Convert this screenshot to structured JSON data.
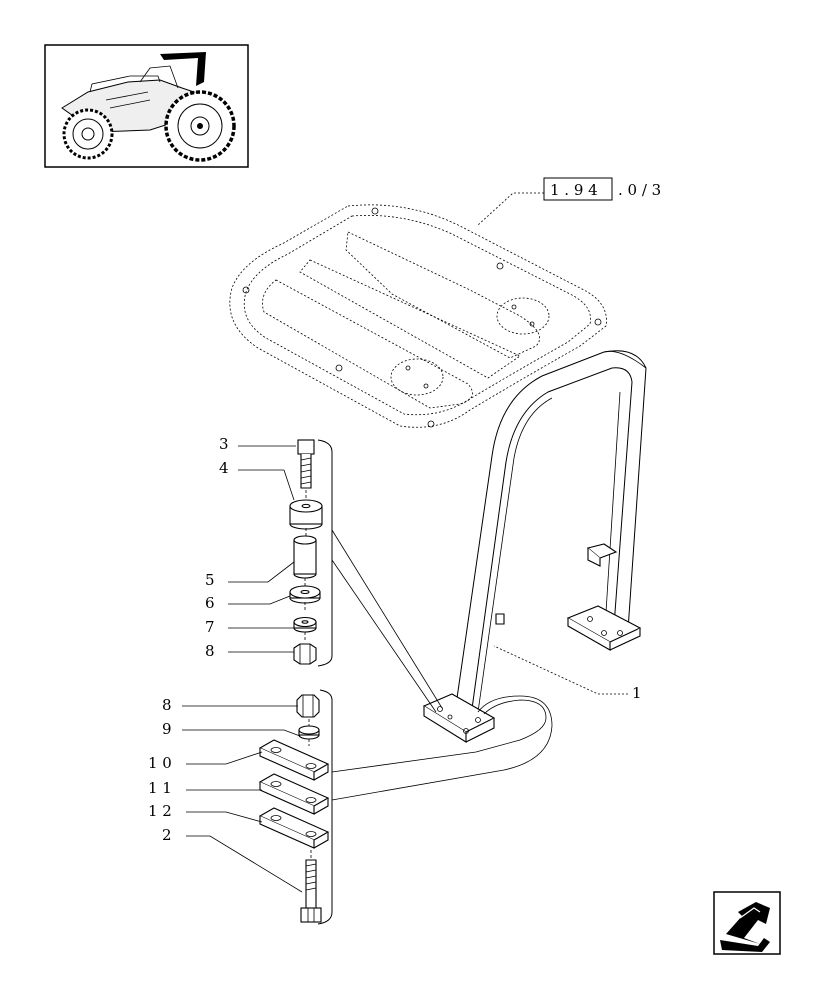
{
  "reference": {
    "boxed": "1 . 9 4",
    "suffix": ". 0 / 3"
  },
  "callouts": {
    "n3": "3",
    "n4": "4",
    "n5": "5",
    "n6": "6",
    "n7": "7",
    "n8a": "8",
    "n8b": "8",
    "n9": "9",
    "n10": "1 0",
    "n11": "1 1",
    "n12": "1 2",
    "n2": "2",
    "n1": "1"
  },
  "icons": {
    "thumbnail": "tractor-thumbnail-icon",
    "navigation": "previous-page-arrow-icon"
  }
}
